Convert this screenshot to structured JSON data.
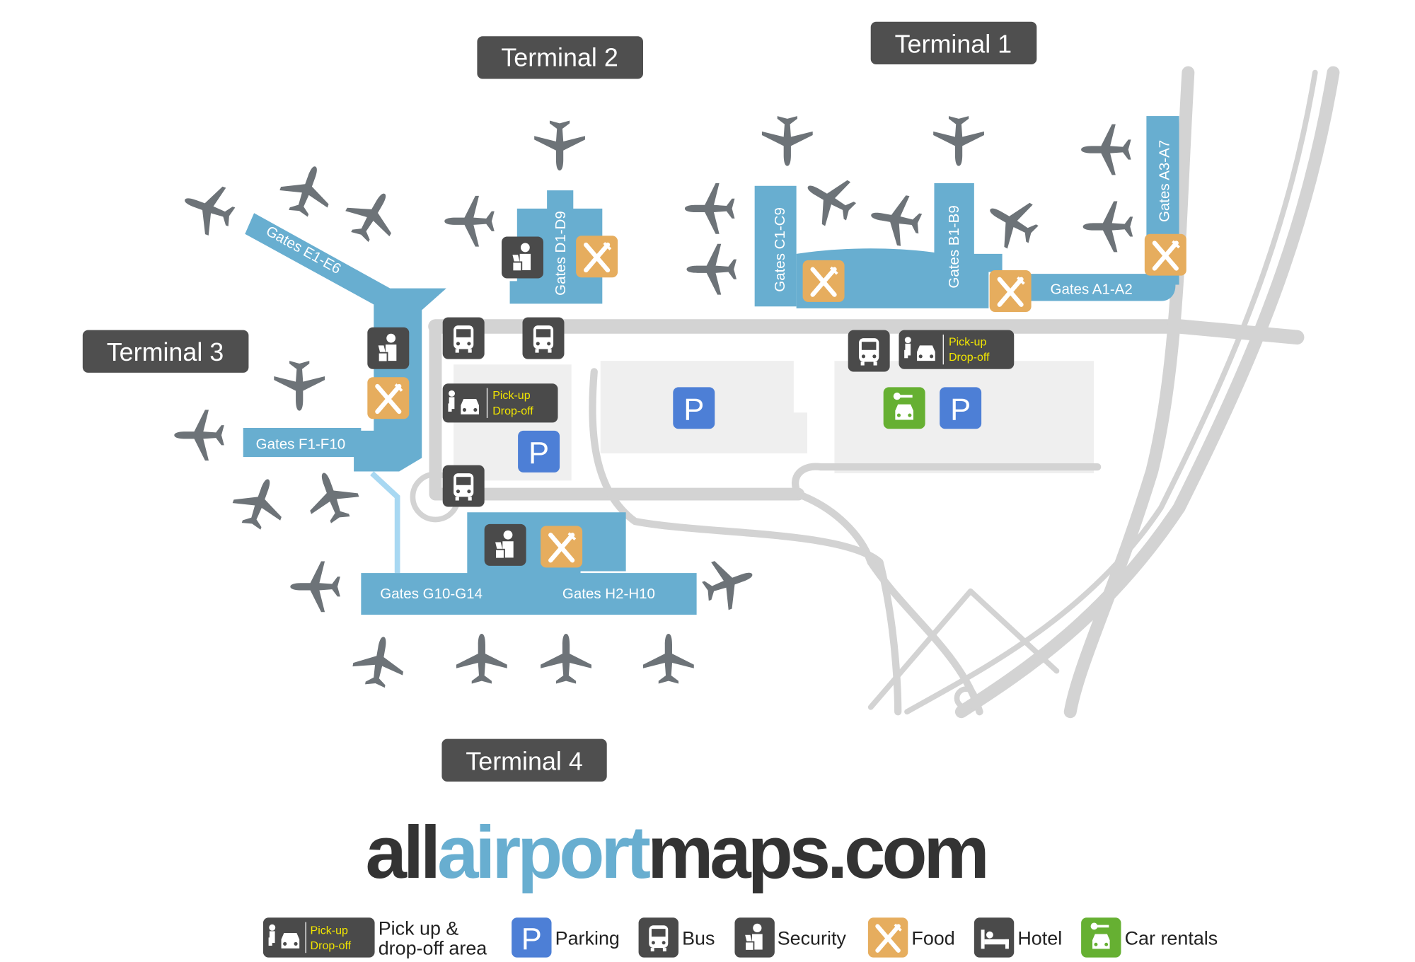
{
  "colors": {
    "terminal_building": "#68aed0",
    "road": "#d3d3d3",
    "parking_lot": "#efefef",
    "label_box": "#4f4f4f",
    "icon_dark": "#4a4a4a",
    "food": "#e6ad5e",
    "parking": "#4d7fd6",
    "car_rental": "#66b032",
    "pickup_text": "#f2e600",
    "airplane": "#6d7378"
  },
  "terminals": {
    "t1": "Terminal 1",
    "t2": "Terminal 2",
    "t3": "Terminal 3",
    "t4": "Terminal 4"
  },
  "gates": {
    "a1a2": "Gates A1-A2",
    "a3a7": "Gates A3-A7",
    "b1b9": "Gates B1-B9",
    "c1c9": "Gates C1-C9",
    "d1d9": "Gates D1-D9",
    "e1e6": "Gates E1-E6",
    "f1f10": "Gates F1-F10",
    "g10g14": "Gates G10-G14",
    "h2h10": "Gates H2-H10"
  },
  "pickup_badge": {
    "line1": "Pick-up",
    "line2": "Drop-off"
  },
  "parking_letter": "P",
  "logo": {
    "part1": "all",
    "part2": "airport",
    "part3": "maps.com"
  },
  "legend": {
    "pickup_line1": "Pick up &",
    "pickup_line2": "drop-off area",
    "parking": "Parking",
    "bus": "Bus",
    "security": "Security",
    "food": "Food",
    "hotel": "Hotel",
    "car_rentals": "Car rentals"
  }
}
